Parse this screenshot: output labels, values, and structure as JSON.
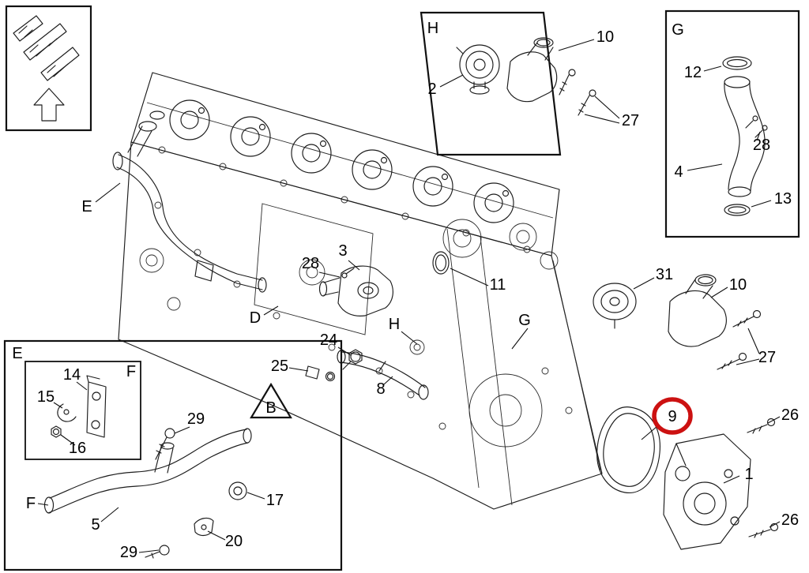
{
  "diagram": {
    "type": "exploded-parts-diagram",
    "subject": "engine cooling system exploded view",
    "background": "#ffffff",
    "line_color": "#1c1c1c",
    "highlight_color": "#cc1111",
    "highlighted_callout": "9"
  },
  "main_view": {
    "callouts": {
      "e": "E",
      "n28": "28",
      "n3": "3",
      "d": "D",
      "h": "H",
      "n24": "24",
      "n25": "25",
      "n8": "8",
      "n11": "11",
      "g": "G",
      "n31": "31",
      "n10": "10",
      "n27": "27",
      "n9": "9",
      "n26_upper": "26",
      "n1": "1",
      "n26_lower": "26"
    }
  },
  "inset_h": {
    "title": "H",
    "callouts": {
      "n2": "2",
      "n10": "10",
      "n27": "27"
    }
  },
  "inset_g": {
    "title": "G",
    "callouts": {
      "n12": "12",
      "n28": "28",
      "n4": "4",
      "n13": "13"
    }
  },
  "inset_e": {
    "title": "E",
    "inner_box_title": "F",
    "callouts": {
      "n14": "14",
      "n15": "15",
      "n16": "16",
      "n29_upper": "29",
      "b": "B",
      "f": "F",
      "n5": "5",
      "n17": "17",
      "n20": "20",
      "n29_lower": "29"
    }
  }
}
